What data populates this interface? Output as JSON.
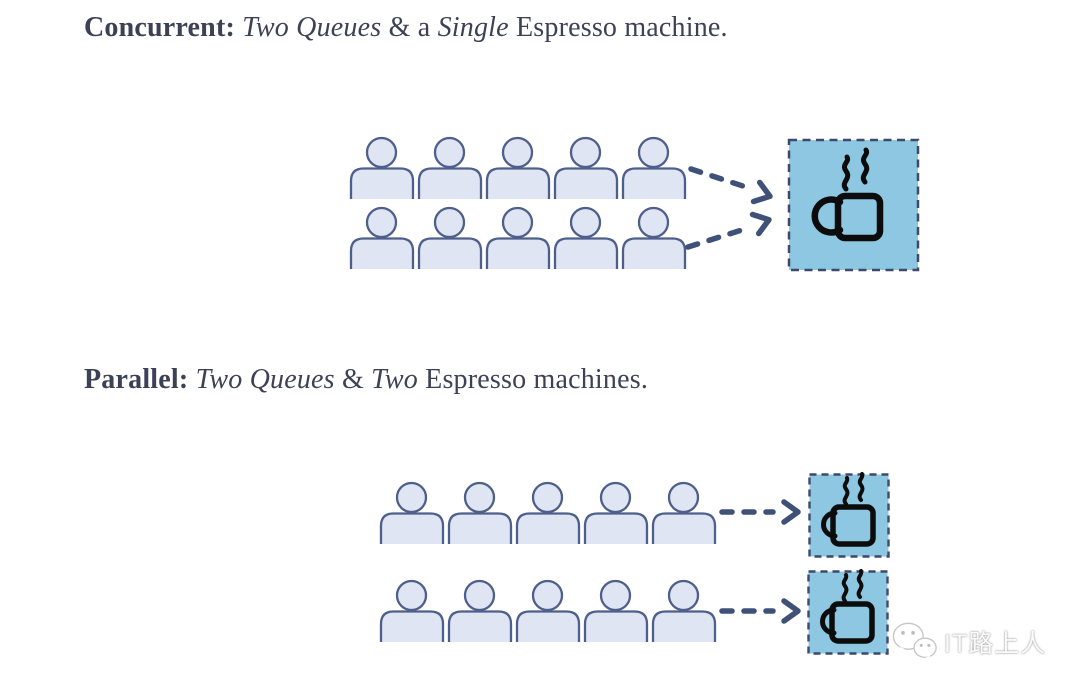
{
  "colors": {
    "text": "#3d4156",
    "person_fill": "#e0e5f3",
    "person_stroke": "#4e5f8b",
    "machine_fill": "#8dc7e1",
    "machine_border": "#3d4a6e",
    "arrow": "#3f5178",
    "mug": "#0c0c0c"
  },
  "sections": [
    {
      "id": "concurrent",
      "title": {
        "bold": "Concurrent:",
        "italic1": "Two Queues",
        "mid": "& a",
        "italic2": "Single",
        "rest": "Espresso machine."
      },
      "queues": [
        {
          "people": 5
        },
        {
          "people": 5
        }
      ],
      "machine_count": 1
    },
    {
      "id": "parallel",
      "title": {
        "bold": "Parallel:",
        "italic1": "Two Queues",
        "mid": "&",
        "italic2": "Two",
        "rest": "Espresso machines."
      },
      "queues": [
        {
          "people": 5
        },
        {
          "people": 5
        }
      ],
      "machine_count": 2
    }
  ],
  "watermark": {
    "text": "IT路上人",
    "icon": "wechat-icon"
  }
}
